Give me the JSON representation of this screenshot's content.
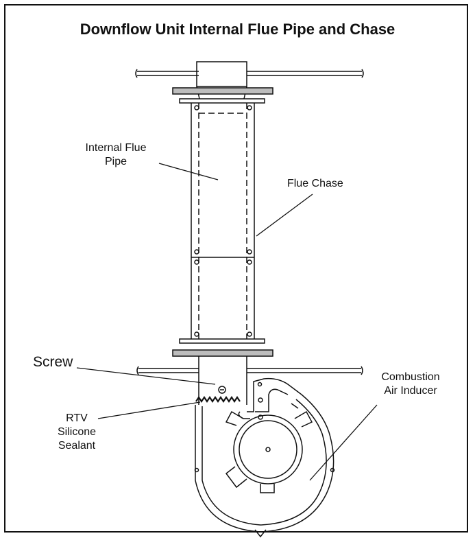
{
  "title": "Downflow Unit Internal Flue Pipe and Chase",
  "labels": {
    "internal_flue_pipe": [
      "Internal Flue",
      "Pipe"
    ],
    "flue_chase": "Flue Chase",
    "screw": "Screw",
    "rtv_sealant": [
      "RTV",
      "Silicone",
      "Sealant"
    ],
    "combustion_air_inducer": [
      "Combustion",
      "Air Inducer"
    ]
  }
}
